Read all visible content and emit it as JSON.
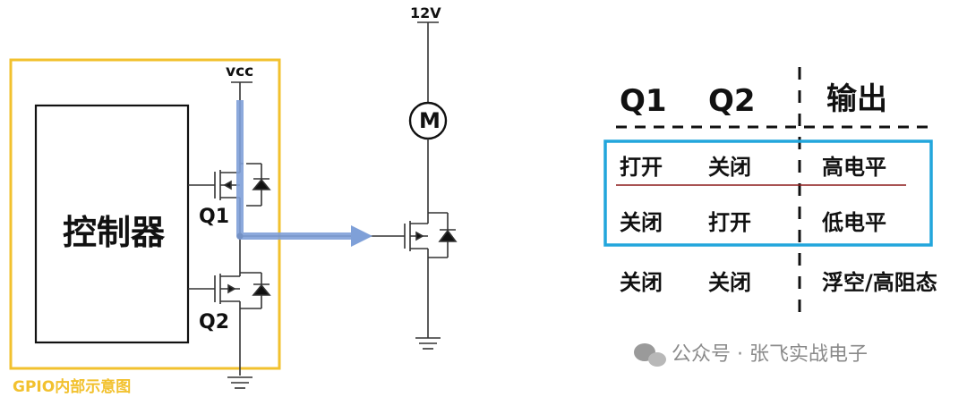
{
  "circuit": {
    "supply_12v": "12V",
    "vcc_label": "vcc",
    "controller_label": "控制器",
    "q1_label": "Q1",
    "q2_label": "Q2",
    "motor_label": "M",
    "gpio_caption": "GPIO内部示意图"
  },
  "table": {
    "headers": [
      "Q1",
      "Q2",
      "输出"
    ],
    "rows": [
      [
        "打开",
        "关闭",
        "高电平"
      ],
      [
        "关闭",
        "打开",
        "低电平"
      ],
      [
        "关闭",
        "关闭",
        "浮空/高阻态"
      ]
    ]
  },
  "watermark": {
    "text": "公众号 · 张飞实战电子"
  },
  "colors": {
    "gpio_box": "#f2c12e",
    "highlight_box": "#22a6dc",
    "current_path": "#7fa0d8",
    "row_divider": "#8b1a1a",
    "wire": "#333333"
  }
}
